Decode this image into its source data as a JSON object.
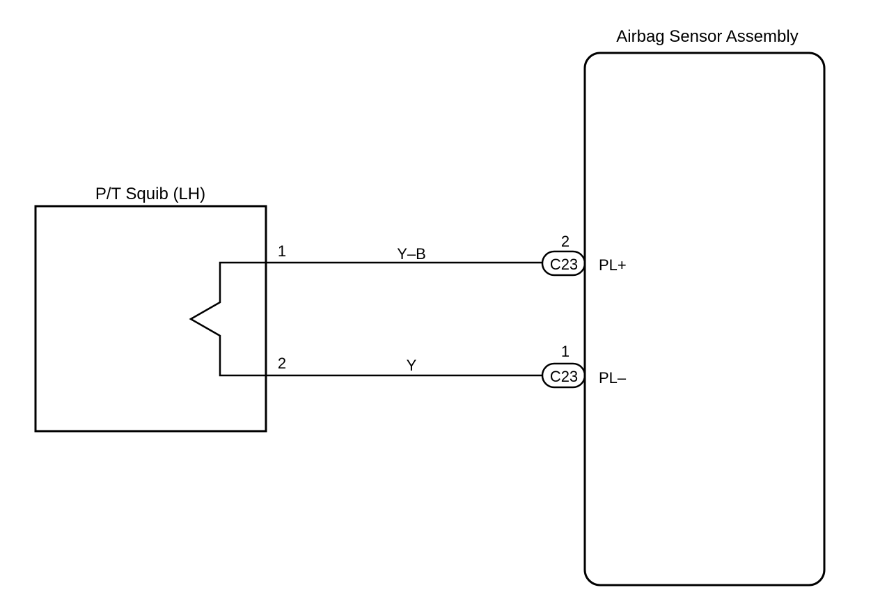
{
  "colors": {
    "ink": "#000000",
    "background": "#ffffff"
  },
  "squib": {
    "title": "P/T Squib (LH)",
    "pin_top": "1",
    "pin_bottom": "2"
  },
  "sensor": {
    "title": "Airbag Sensor Assembly"
  },
  "wires": [
    {
      "color_code": "Y–B",
      "connector": "C23",
      "connector_pin": "2",
      "terminal": "PL+"
    },
    {
      "color_code": "Y",
      "connector": "C23",
      "connector_pin": "1",
      "terminal": "PL–"
    }
  ]
}
